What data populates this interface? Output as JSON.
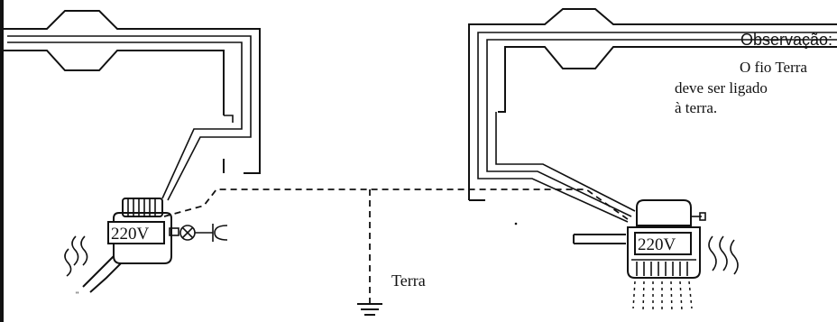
{
  "left_heater": {
    "voltage_label": "220V"
  },
  "right_heater": {
    "voltage_label": "220V"
  },
  "ground": {
    "label": "Terra"
  },
  "note": {
    "title": "Observação:",
    "lines": [
      "O fio Terra",
      "deve ser ligado",
      "à terra."
    ]
  }
}
